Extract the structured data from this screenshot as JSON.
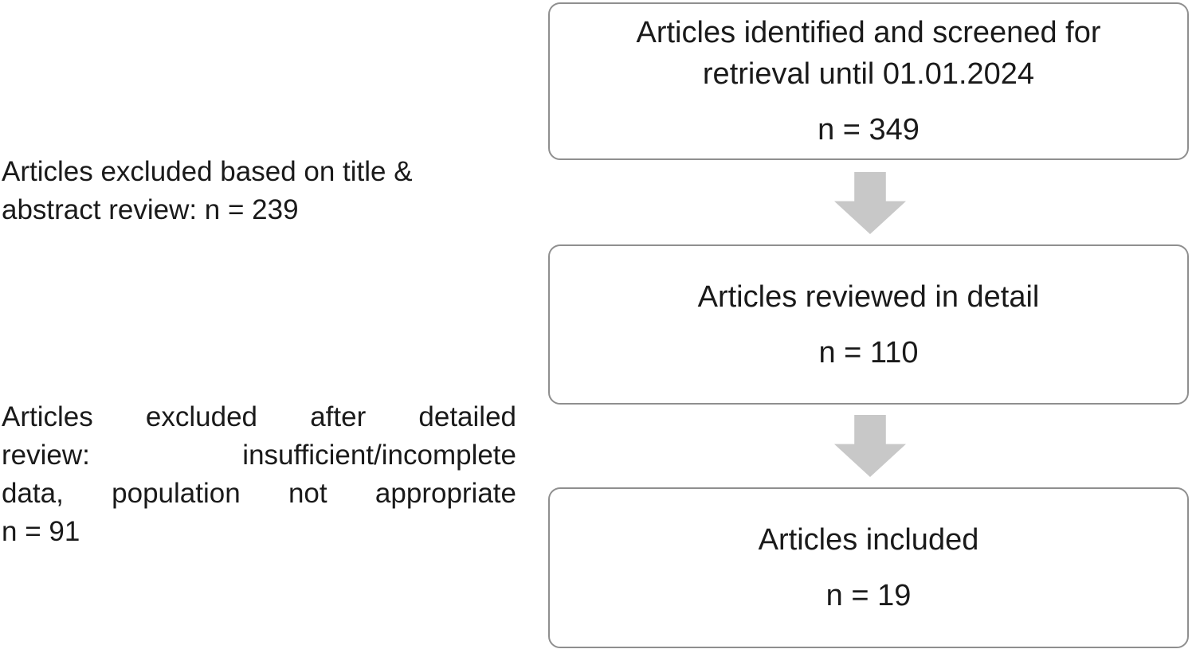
{
  "diagram": {
    "type": "flowchart",
    "background_color": "#ffffff",
    "box_border_color": "#8f8f8f",
    "arrow_color": "#c8c8c8",
    "text_color": "#1a1a1a",
    "boxes": [
      {
        "id": "identified",
        "title_lines": [
          "Articles identified and screened for",
          "retrieval until 01.01.2024"
        ],
        "count_label": "n = 349"
      },
      {
        "id": "reviewed",
        "title_lines": [
          "Articles reviewed in detail"
        ],
        "count_label": "n = 110"
      },
      {
        "id": "included",
        "title_lines": [
          "Articles included"
        ],
        "count_label": "n = 19"
      }
    ],
    "arrows": [
      {
        "id": "arrow-1",
        "direction": "down",
        "from": "identified",
        "to": "reviewed"
      },
      {
        "id": "arrow-2",
        "direction": "down",
        "from": "reviewed",
        "to": "included"
      }
    ],
    "side_notes": [
      {
        "id": "excluded-title-abstract",
        "lines": [
          "Articles excluded based on title &",
          "abstract review: n = 239"
        ]
      },
      {
        "id": "excluded-detailed",
        "lines": [
          "Articles excluded after detailed",
          "review: insufficient/incomplete",
          "data, population not appropriate",
          "n = 91"
        ]
      }
    ]
  }
}
